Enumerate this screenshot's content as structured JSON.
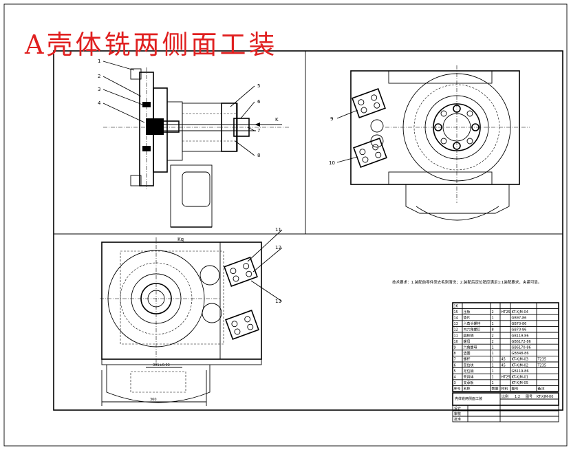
{
  "title": "A壳体铣两侧面工装",
  "callouts": [
    "1",
    "2",
    "3",
    "4",
    "5",
    "6",
    "7",
    "8",
    "9",
    "10",
    "11",
    "12",
    "13"
  ],
  "view_label_k": "K",
  "view_label_kq": "Kq",
  "dim_width": "301±0.03",
  "dim_total": "360",
  "tech_note": "技术要求：1.装配前零件须去毛刺清洗；2.装配后定位销应满足1:1装配要求，夹紧可靠。",
  "bom": {
    "rows": [
      {
        "no": "16",
        "name": "",
        "qty": "",
        "mat": "",
        "code": "",
        "note": ""
      },
      {
        "no": "15",
        "name": "压板",
        "qty": "2",
        "mat": "HT25",
        "code": "KT-XJM-04",
        "note": ""
      },
      {
        "no": "14",
        "name": "垫片",
        "qty": "1",
        "mat": "",
        "code": "GB97-86",
        "note": ""
      },
      {
        "no": "13",
        "name": "六角头螺栓",
        "qty": "1",
        "mat": "",
        "code": "GB70-86",
        "note": ""
      },
      {
        "no": "12",
        "name": "内六角螺钉",
        "qty": "8",
        "mat": "",
        "code": "GB70-86",
        "note": ""
      },
      {
        "no": "11",
        "name": "圆柱销",
        "qty": "2",
        "mat": "",
        "code": "GB119-86",
        "note": ""
      },
      {
        "no": "10",
        "name": "螺母",
        "qty": "2",
        "mat": "",
        "code": "GB6172-86",
        "note": ""
      },
      {
        "no": "9",
        "name": "六角螺母",
        "qty": "1",
        "mat": "",
        "code": "GB6170-86",
        "note": ""
      },
      {
        "no": "8",
        "name": "垫圈",
        "qty": "1",
        "mat": "",
        "code": "GB848-86",
        "note": ""
      },
      {
        "no": "7",
        "name": "螺杆",
        "qty": "1",
        "mat": "45",
        "code": "KT-XJM-03",
        "note": "T235"
      },
      {
        "no": "6",
        "name": "定位块",
        "qty": "1",
        "mat": "45",
        "code": "KT-XJM-02",
        "note": "T235"
      },
      {
        "no": "5",
        "name": "定位销",
        "qty": "1",
        "mat": "",
        "code": "GB119-86",
        "note": ""
      },
      {
        "no": "4",
        "name": "夹具体",
        "qty": "1",
        "mat": "HT25",
        "code": "KT-XJM-01",
        "note": ""
      },
      {
        "no": "3",
        "name": "支承板",
        "qty": "1",
        "mat": "",
        "code": "KT-XJM-05",
        "note": ""
      }
    ],
    "header": {
      "no": "序号",
      "name": "名称",
      "qty": "数量",
      "mat": "材料",
      "code": "图号",
      "note": "备注"
    },
    "drawing_name": "壳体铣两侧面工装",
    "scale_label": "比例",
    "scale": "1:2",
    "sheet_label": "图号",
    "sheet_code": "KT-XJM-00",
    "sign_rows": [
      "设计",
      "审核",
      "批准"
    ]
  },
  "colors": {
    "title": "#e02020",
    "line": "#000000"
  }
}
